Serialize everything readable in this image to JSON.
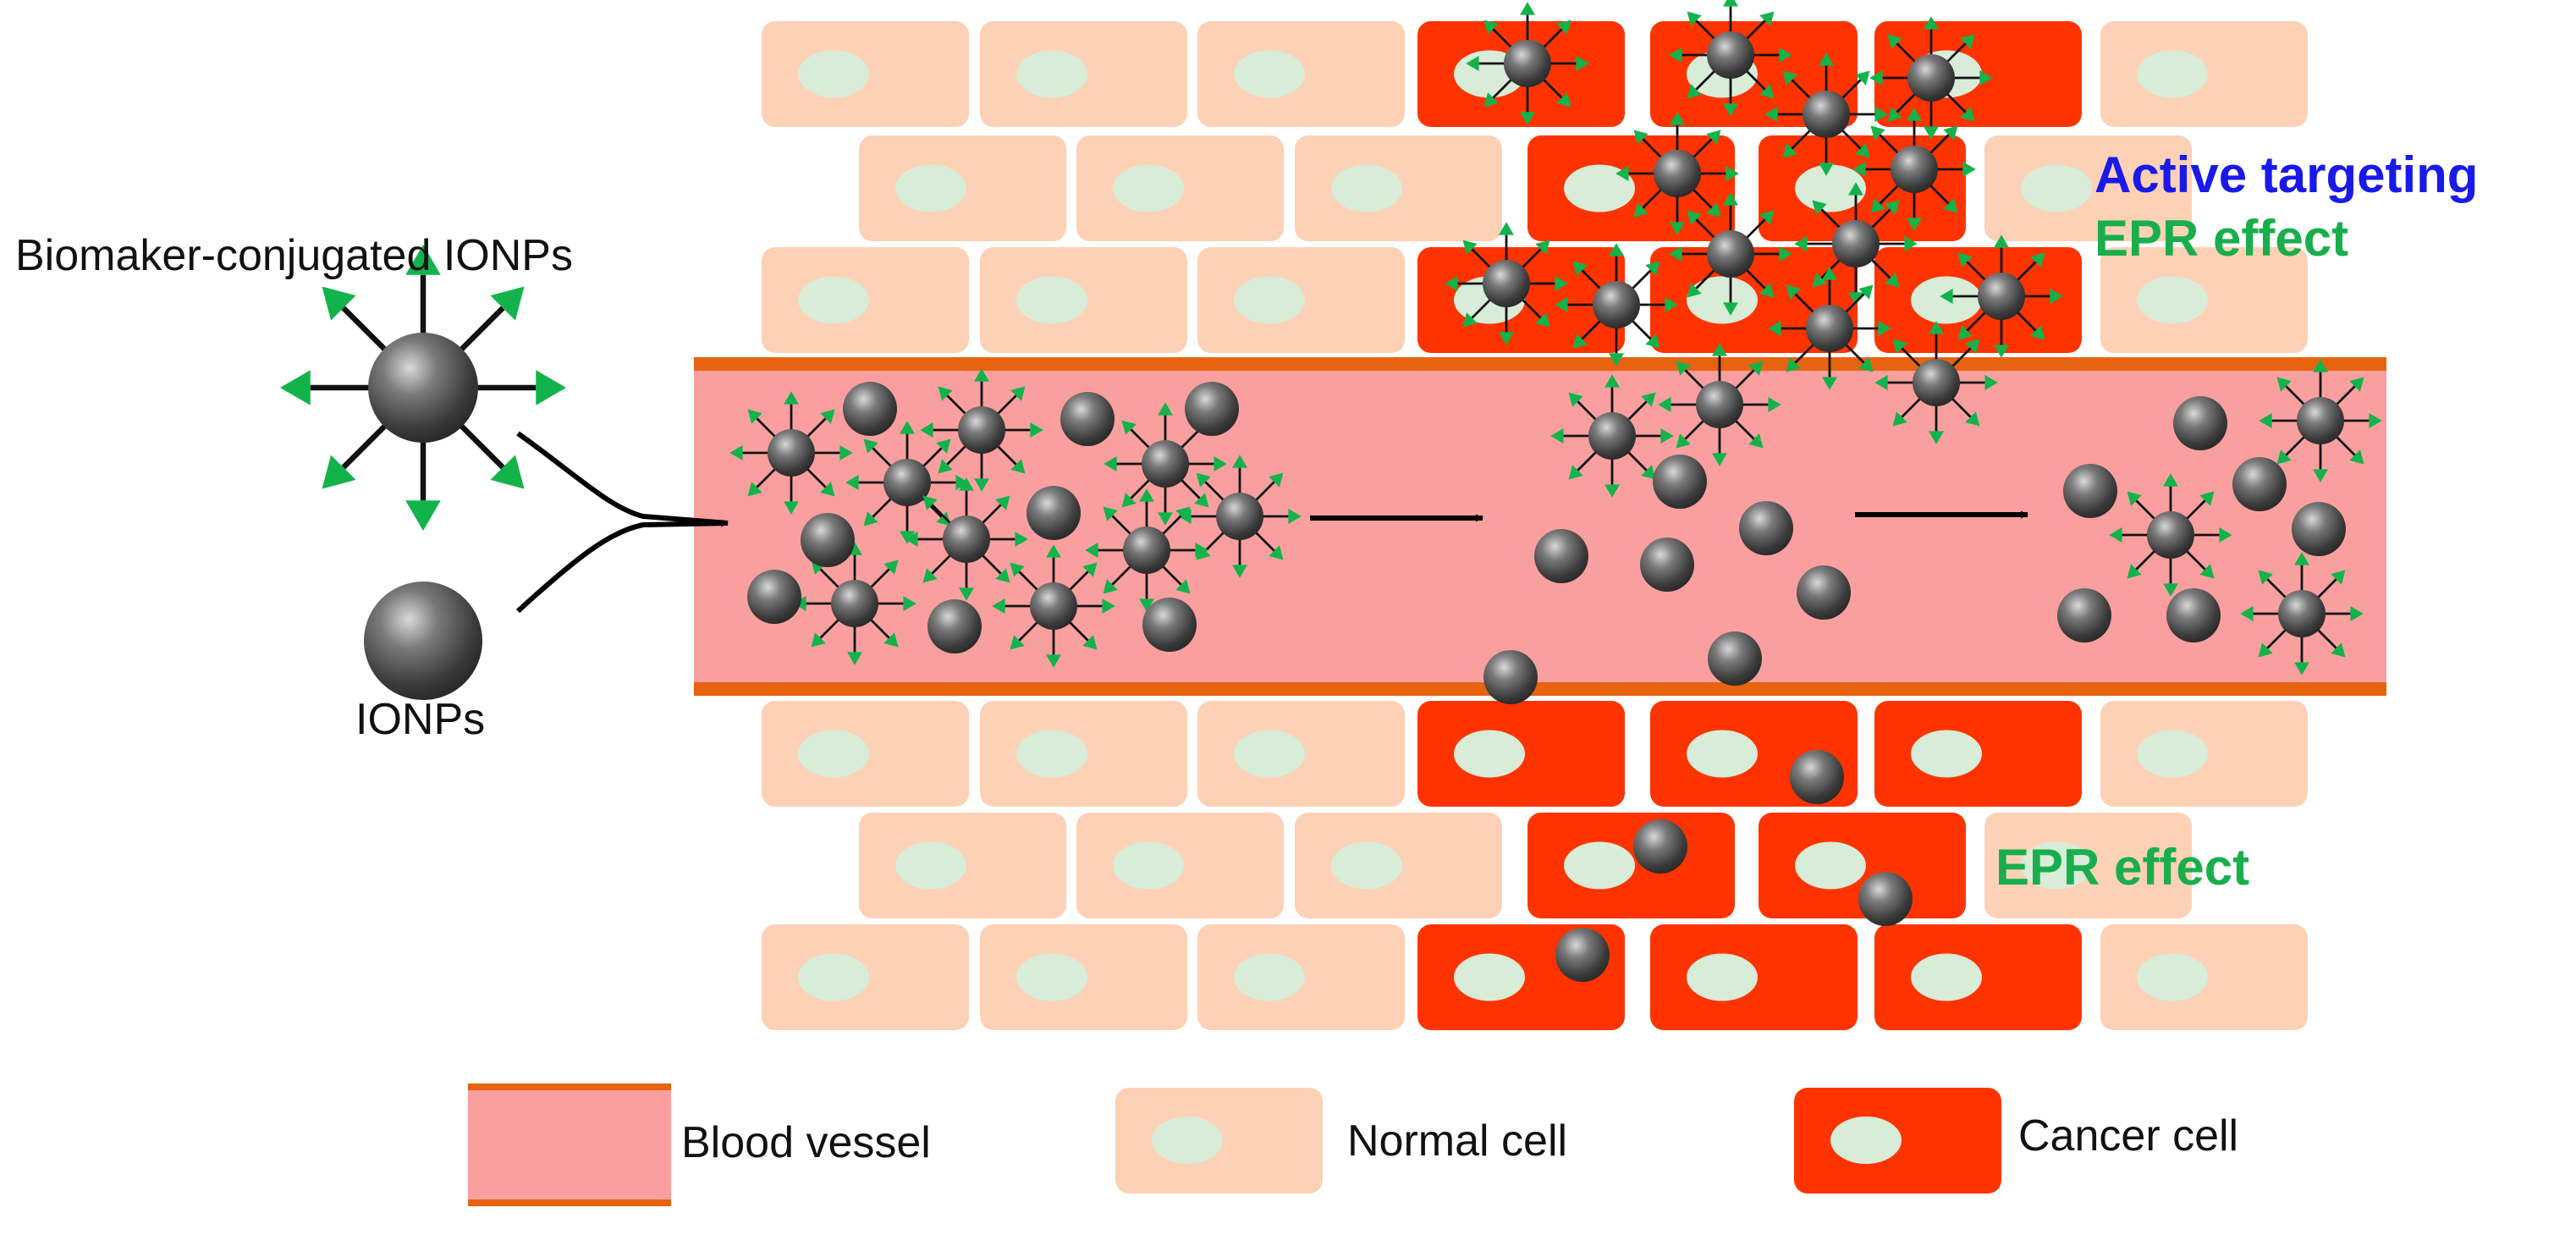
{
  "colors": {
    "normal_cell": "#fcd1b6",
    "cancer_cell": "#ff3300",
    "nucleus": "#d8ecd8",
    "vessel_fill": "#fa9f9f",
    "vessel_wall": "#e8630f",
    "ligand_arrow": "#12b34b",
    "active_targeting_text": "#1a1ae8",
    "epr_text": "#19ae4c",
    "particle": "#555555"
  },
  "labels": {
    "biomarker_ionps": "Biomaker-conjugated IONPs",
    "ionps": "IONPs",
    "active_targeting": "Active targeting",
    "epr_effect_top": "EPR effect",
    "epr_effect_bottom": "EPR effect"
  },
  "legend": {
    "blood_vessel": "Blood vessel",
    "normal_cell": "Normal cell",
    "cancer_cell": "Cancer cell"
  }
}
